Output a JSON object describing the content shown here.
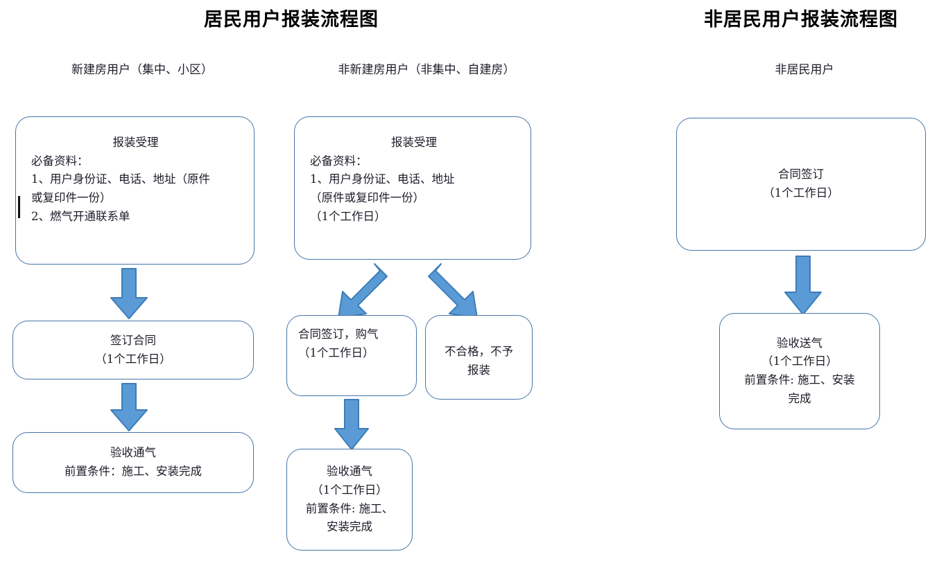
{
  "page": {
    "background": "#ffffff",
    "arrow_fill": "#5b9bd5",
    "arrow_stroke": "#3d7cb8",
    "box_stroke": "#4575a8"
  },
  "titles": {
    "residential": "居民用户报装流程图",
    "non_residential": "非居民用户报装流程图"
  },
  "columns": [
    {
      "id": "new-building",
      "subtitle": "新建房用户（集中、小区）",
      "nodes": [
        {
          "id": "accept-application",
          "heading": "报装受理",
          "body": "必备资料：\n1、用户身份证、电话、地址（原件\n或复印件一份）\n2、燃气开通联系单",
          "align": "left"
        },
        {
          "id": "sign-contract",
          "heading": "",
          "body": "签订合同\n（1个工作日）",
          "align": "center"
        },
        {
          "id": "acceptance-gas",
          "heading": "",
          "body": "验收通气\n前置条件：施工、安装完成",
          "align": "center"
        }
      ]
    },
    {
      "id": "non-new-building",
      "subtitle": "非新建房用户（非集中、自建房）",
      "nodes": [
        {
          "id": "accept-application-2",
          "heading": "报装受理",
          "body": "必备资料：\n1、用户身份证、电话、地址\n（原件或复印件一份）\n（1个工作日）",
          "align": "left"
        },
        {
          "id": "sign-contract-buy-gas",
          "heading": "",
          "body": "合同签订，购气\n（1个工作日）",
          "align": "left"
        },
        {
          "id": "rejected",
          "heading": "",
          "body": "不合格，不予\n报装",
          "align": "center"
        },
        {
          "id": "acceptance-gas-2",
          "heading": "",
          "body": "验收通气\n（1个工作日）\n前置条件: 施工、\n安装完成",
          "align": "center"
        }
      ]
    },
    {
      "id": "non-residential",
      "subtitle": "非居民用户",
      "nodes": [
        {
          "id": "contract-signing",
          "heading": "",
          "body": "合同签订\n（1个工作日）",
          "align": "center"
        },
        {
          "id": "acceptance-delivery",
          "heading": "",
          "body": "验收送气\n（1个工作日）\n前置条件: 施工、安装\n完成",
          "align": "center"
        }
      ]
    }
  ],
  "connectors": [
    {
      "id": "arrow-col1-accept-to-contract",
      "direction": "down"
    },
    {
      "id": "arrow-col1-contract-to-acceptance",
      "direction": "down"
    },
    {
      "id": "arrow-col2-accept-to-contract",
      "direction": "down-left"
    },
    {
      "id": "arrow-col2-accept-to-rejected",
      "direction": "down-right"
    },
    {
      "id": "arrow-col2-contract-to-acceptance",
      "direction": "down"
    },
    {
      "id": "arrow-col3-contract-to-acceptance",
      "direction": "down"
    }
  ]
}
